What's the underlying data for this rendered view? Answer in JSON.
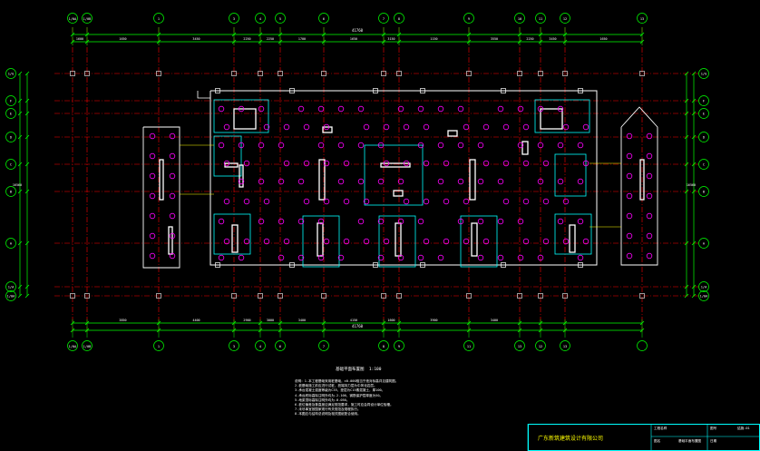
{
  "drawing": {
    "company": "广东新筑建筑设计有限公司",
    "plan_title": "基础平面布置图",
    "plan_scale": "1:100",
    "total_dim_top": "41760",
    "total_dim_bottom": "41760",
    "left_total": "16560",
    "right_total": "16560"
  },
  "axes_top": [
    "1/0A",
    "1/0B",
    "1",
    "3",
    "4",
    "5",
    "6",
    "7",
    "8",
    "9",
    "10",
    "11",
    "12",
    "13"
  ],
  "axes_bottom": [
    "1/0A",
    "1/0B",
    "1",
    "3",
    "4",
    "6",
    "7",
    "8",
    "9",
    "11",
    "13",
    "12",
    "13"
  ],
  "axes_side": [
    "1/G",
    "F",
    "E",
    "D",
    "C",
    "B",
    "A",
    "1/A",
    "1/0A"
  ],
  "dims_top": [
    "1600",
    "1650",
    "3450",
    "2250",
    "2250",
    "1700",
    "1650",
    "3150",
    "1150",
    "3550",
    "2250",
    "3450",
    "1650",
    "1600"
  ],
  "dims_bottom": [
    "3850",
    "4400",
    "2900",
    "3000",
    "3400",
    "4150",
    "1600",
    "3900",
    "3400"
  ],
  "notes": [
    "说明：1.本工程基础采用桩基础，±0.000相当于绝对标高详见建筑图。",
    "2.桩基础施工前应进行试桩，桩端持力层为中风化岩层。",
    "3.承台混凝土强度等级为C35，垫层为C15素混凝土，厚100。",
    "4.承台底标高除注明外均为-2.100，钢筋保护层厚度为50。",
    "5.地梁顶标高除注明外均为-0.050。",
    "6.桩位偏差及垂直度应满足规范要求，施工时应会同设计单位验槽。",
    "7.未尽事宜按国家现行有关规范及规程执行。",
    "8.本图应与结构总说明及相关图纸配合使用。"
  ],
  "title_block": {
    "project_label": "工程名称",
    "drawing_label": "图名",
    "number_label": "图号",
    "sheet_label": "结施-01",
    "drawing_name": "基础平面布置图",
    "date_label": "日期"
  },
  "colors": {
    "background": "#000000",
    "axis_line": "#ff0000",
    "dimension": "#00ff00",
    "pile": "#ff00ff",
    "wall": "#ffffff",
    "cap": "#00ffff",
    "text": "#ffffff",
    "company": "#ffff00"
  }
}
